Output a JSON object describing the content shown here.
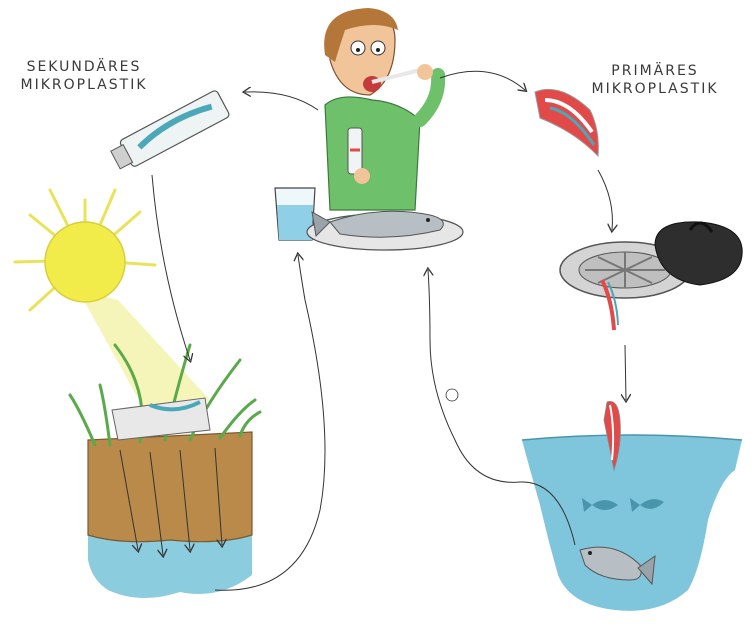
{
  "labels": {
    "secondary": [
      "SEKUNDÄRES",
      "MIKROPLASTIK"
    ],
    "primary": [
      "PRIMÄRES",
      "MIKROPLASTIK"
    ]
  },
  "colors": {
    "sun": "#f2ec4a",
    "sun_ray": "#e9e35a",
    "soil": "#b98a4a",
    "water": "#7fc6dc",
    "shirt": "#6fc06a",
    "toothpaste_red": "#e24a4a",
    "toothpaste_teal": "#4aa8b8",
    "drain_lid": "#2e2e2e",
    "grass": "#5aa94a",
    "line": "#333333"
  },
  "icons": [
    "person-brushing-teeth-icon",
    "toothpaste-tube-icon",
    "sun-icon",
    "soil-with-grass-icon",
    "groundwater-icon",
    "glass-of-water-icon",
    "fish-on-plate-icon",
    "toothpaste-strand-icon",
    "drain-with-lid-icon",
    "sea-water-icon",
    "fish-icon",
    "fishing-line-icon"
  ]
}
